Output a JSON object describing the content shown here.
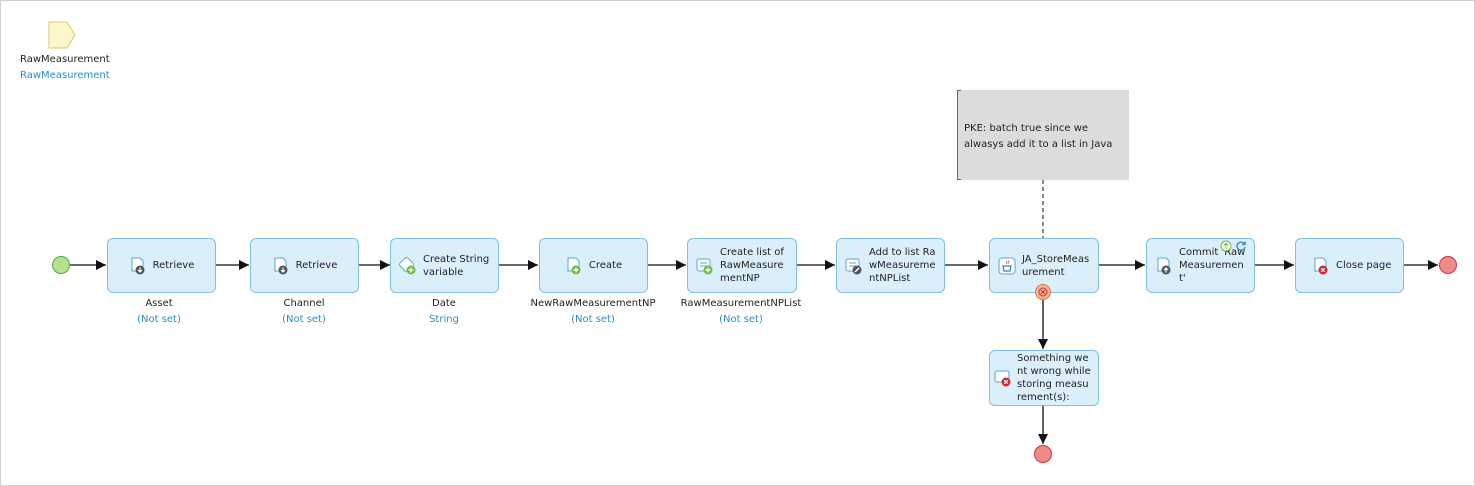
{
  "parameter": {
    "name": "RawMeasurement",
    "type": "RawMeasurement",
    "icon": "parameter-pentagon-icon"
  },
  "activities": {
    "retrieve_asset": {
      "label": "Retrieve",
      "var": "Asset",
      "type": "(Not set)",
      "icon": "retrieve-object-icon"
    },
    "retrieve_channel": {
      "label": "Retrieve",
      "var": "Channel",
      "type": "(Not set)",
      "icon": "retrieve-object-icon"
    },
    "create_string": {
      "label": "Create String variable",
      "var": "Date",
      "type": "String",
      "icon": "create-variable-icon"
    },
    "create_object": {
      "label": "Create",
      "var": "NewRawMeasurementNP",
      "type": "(Not set)",
      "icon": "create-object-icon"
    },
    "create_list": {
      "label": "Create list of RawMeasurementNP",
      "var": "RawMeasurementNPList",
      "type": "(Not set)",
      "icon": "create-list-icon"
    },
    "add_to_list": {
      "label": "Add to list RawMeasurementNPList",
      "icon": "change-list-icon"
    },
    "java_action": {
      "label": "JA_StoreMeasurement",
      "icon": "java-action-icon"
    },
    "commit": {
      "label": "Commit 'RawMeasurement'",
      "icon": "commit-object-icon"
    },
    "close_page": {
      "label": "Close page",
      "icon": "close-page-icon"
    },
    "error_message": {
      "label": "Something went wrong while storing measurement(s):",
      "icon": "show-message-icon"
    }
  },
  "annotation": {
    "text": "PKE: batch true since we alwasys add it to a list in Java"
  },
  "colors": {
    "activity_fill": "#dbeffa",
    "activity_border": "#7ec0e6",
    "start_fill": "#b5e18c",
    "end_fill": "#f08a8a",
    "type_text": "#2a8dc9",
    "annotation_fill": "#dcdcdc"
  }
}
